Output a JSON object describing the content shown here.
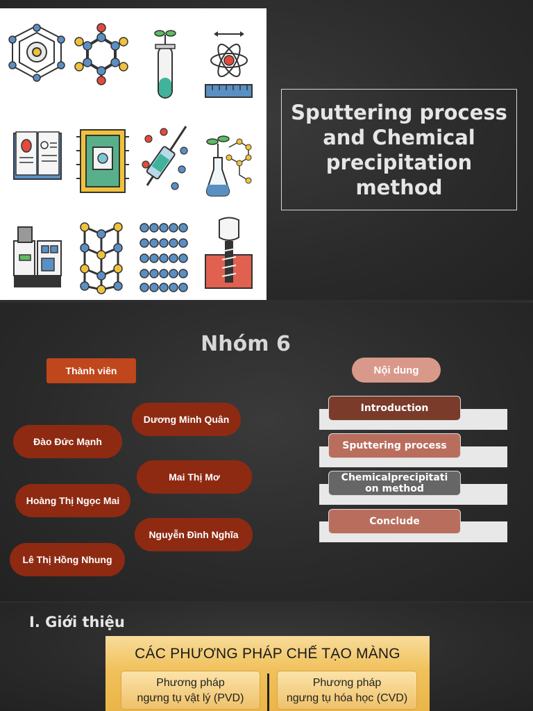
{
  "slide1": {
    "title": "Sputtering process\nand Chemical\nprecipitation\nmethod",
    "icons": [
      "gear-network-icon",
      "molecule-icon",
      "plant-test-tube-icon",
      "atom-ruler-icon",
      "science-book-icon",
      "microchip-icon",
      "syringe-icon",
      "plant-flask-icon",
      "microscope-icon",
      "lattice-structure-icon",
      "nanomaterial-grid-icon",
      "dental-implant-icon"
    ]
  },
  "slide2": {
    "group_title": "Nhóm 6",
    "members_header": "Thành viên",
    "members": [
      "Dương Minh Quân",
      "Đào Đức Mạnh",
      "Mai Thị Mơ",
      "Hoàng Thị Ngọc Mai",
      "Nguyễn Đình Nghĩa",
      "Lê Thị Hồng Nhung"
    ],
    "content_header": "Nội dung",
    "content_items": [
      "Introduction",
      "Sputtering process",
      "Chemicalprecipitati\non method",
      "Conclude"
    ],
    "colors": {
      "member_header": "#c0461c",
      "member_pill": "#8e2a12",
      "content_header": "#d9998a",
      "item_1": "#7a3b2b",
      "item_2": "#b96e5d",
      "item_3": "#666666",
      "item_4": "#b96e5d"
    }
  },
  "slide3": {
    "section_title": "I. Giới thiệu",
    "banner_title": "CÁC PHƯƠNG PHÁP CHẾ TẠO MÀNG",
    "pvd_label": "Phương pháp\nngưng tụ vật lý (PVD)",
    "cvd_label": "Phương pháp\nngưng tụ hóa học (CVD)"
  }
}
